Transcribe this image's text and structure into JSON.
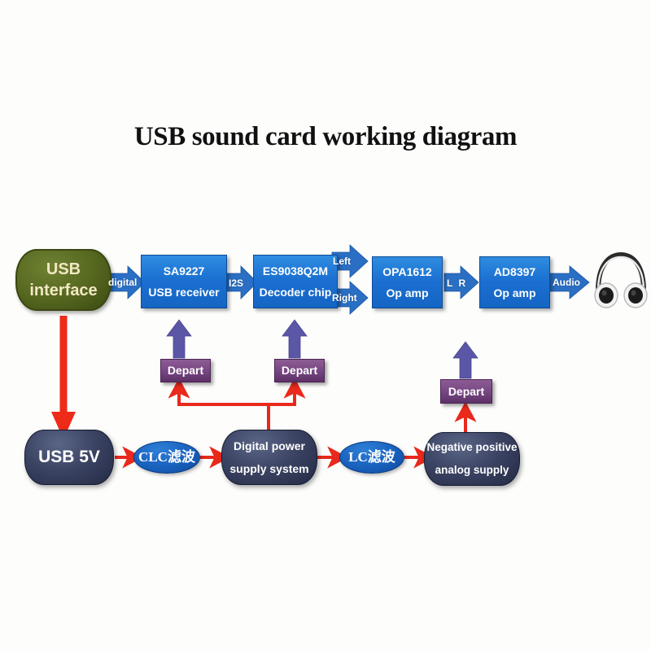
{
  "title": "USB sound card working diagram",
  "signal_chain": {
    "source": {
      "l1": "USB",
      "l2": "interface"
    },
    "stages": [
      {
        "id": "usb-receiver",
        "l1": "SA9227",
        "l2": "USB receiver"
      },
      {
        "id": "decoder-chip",
        "l1": "ES9038Q2M",
        "l2": "Decoder chip"
      },
      {
        "id": "op-amp-1",
        "l1": "OPA1612",
        "l2": "Op amp"
      },
      {
        "id": "op-amp-2",
        "l1": "AD8397",
        "l2": "Op amp"
      }
    ],
    "connection_labels": {
      "digital": "digital",
      "i2s": "I2S",
      "left": "Left",
      "right": "Right",
      "lr": "L R",
      "audio": "Audio"
    },
    "output_device": "headphones"
  },
  "power_chain": {
    "input": "USB 5V",
    "filters": {
      "clc": "CLC滤波",
      "lc": "LC滤波"
    },
    "digital_supply": {
      "l1": "Digital power",
      "l2": "supply system"
    },
    "analog_supply": {
      "l1": "Negative positive",
      "l2": "analog supply"
    }
  },
  "depart_nodes": [
    {
      "id": "depart-usb-receiver",
      "label": "Depart"
    },
    {
      "id": "depart-decoder-chip",
      "label": "Depart"
    },
    {
      "id": "depart-analog",
      "label": "Depart"
    }
  ],
  "colors": {
    "background": "#fdfdfc",
    "chip_blue": "#1a6fd0",
    "olive_green": "#55661f",
    "navy": "#3b4363",
    "purple": "#7a4a86",
    "red_arrow": "#e8291c",
    "blue_arrow": "#2a6fc4",
    "purple_arrow": "#5b54a8",
    "title_text": "#111111"
  }
}
